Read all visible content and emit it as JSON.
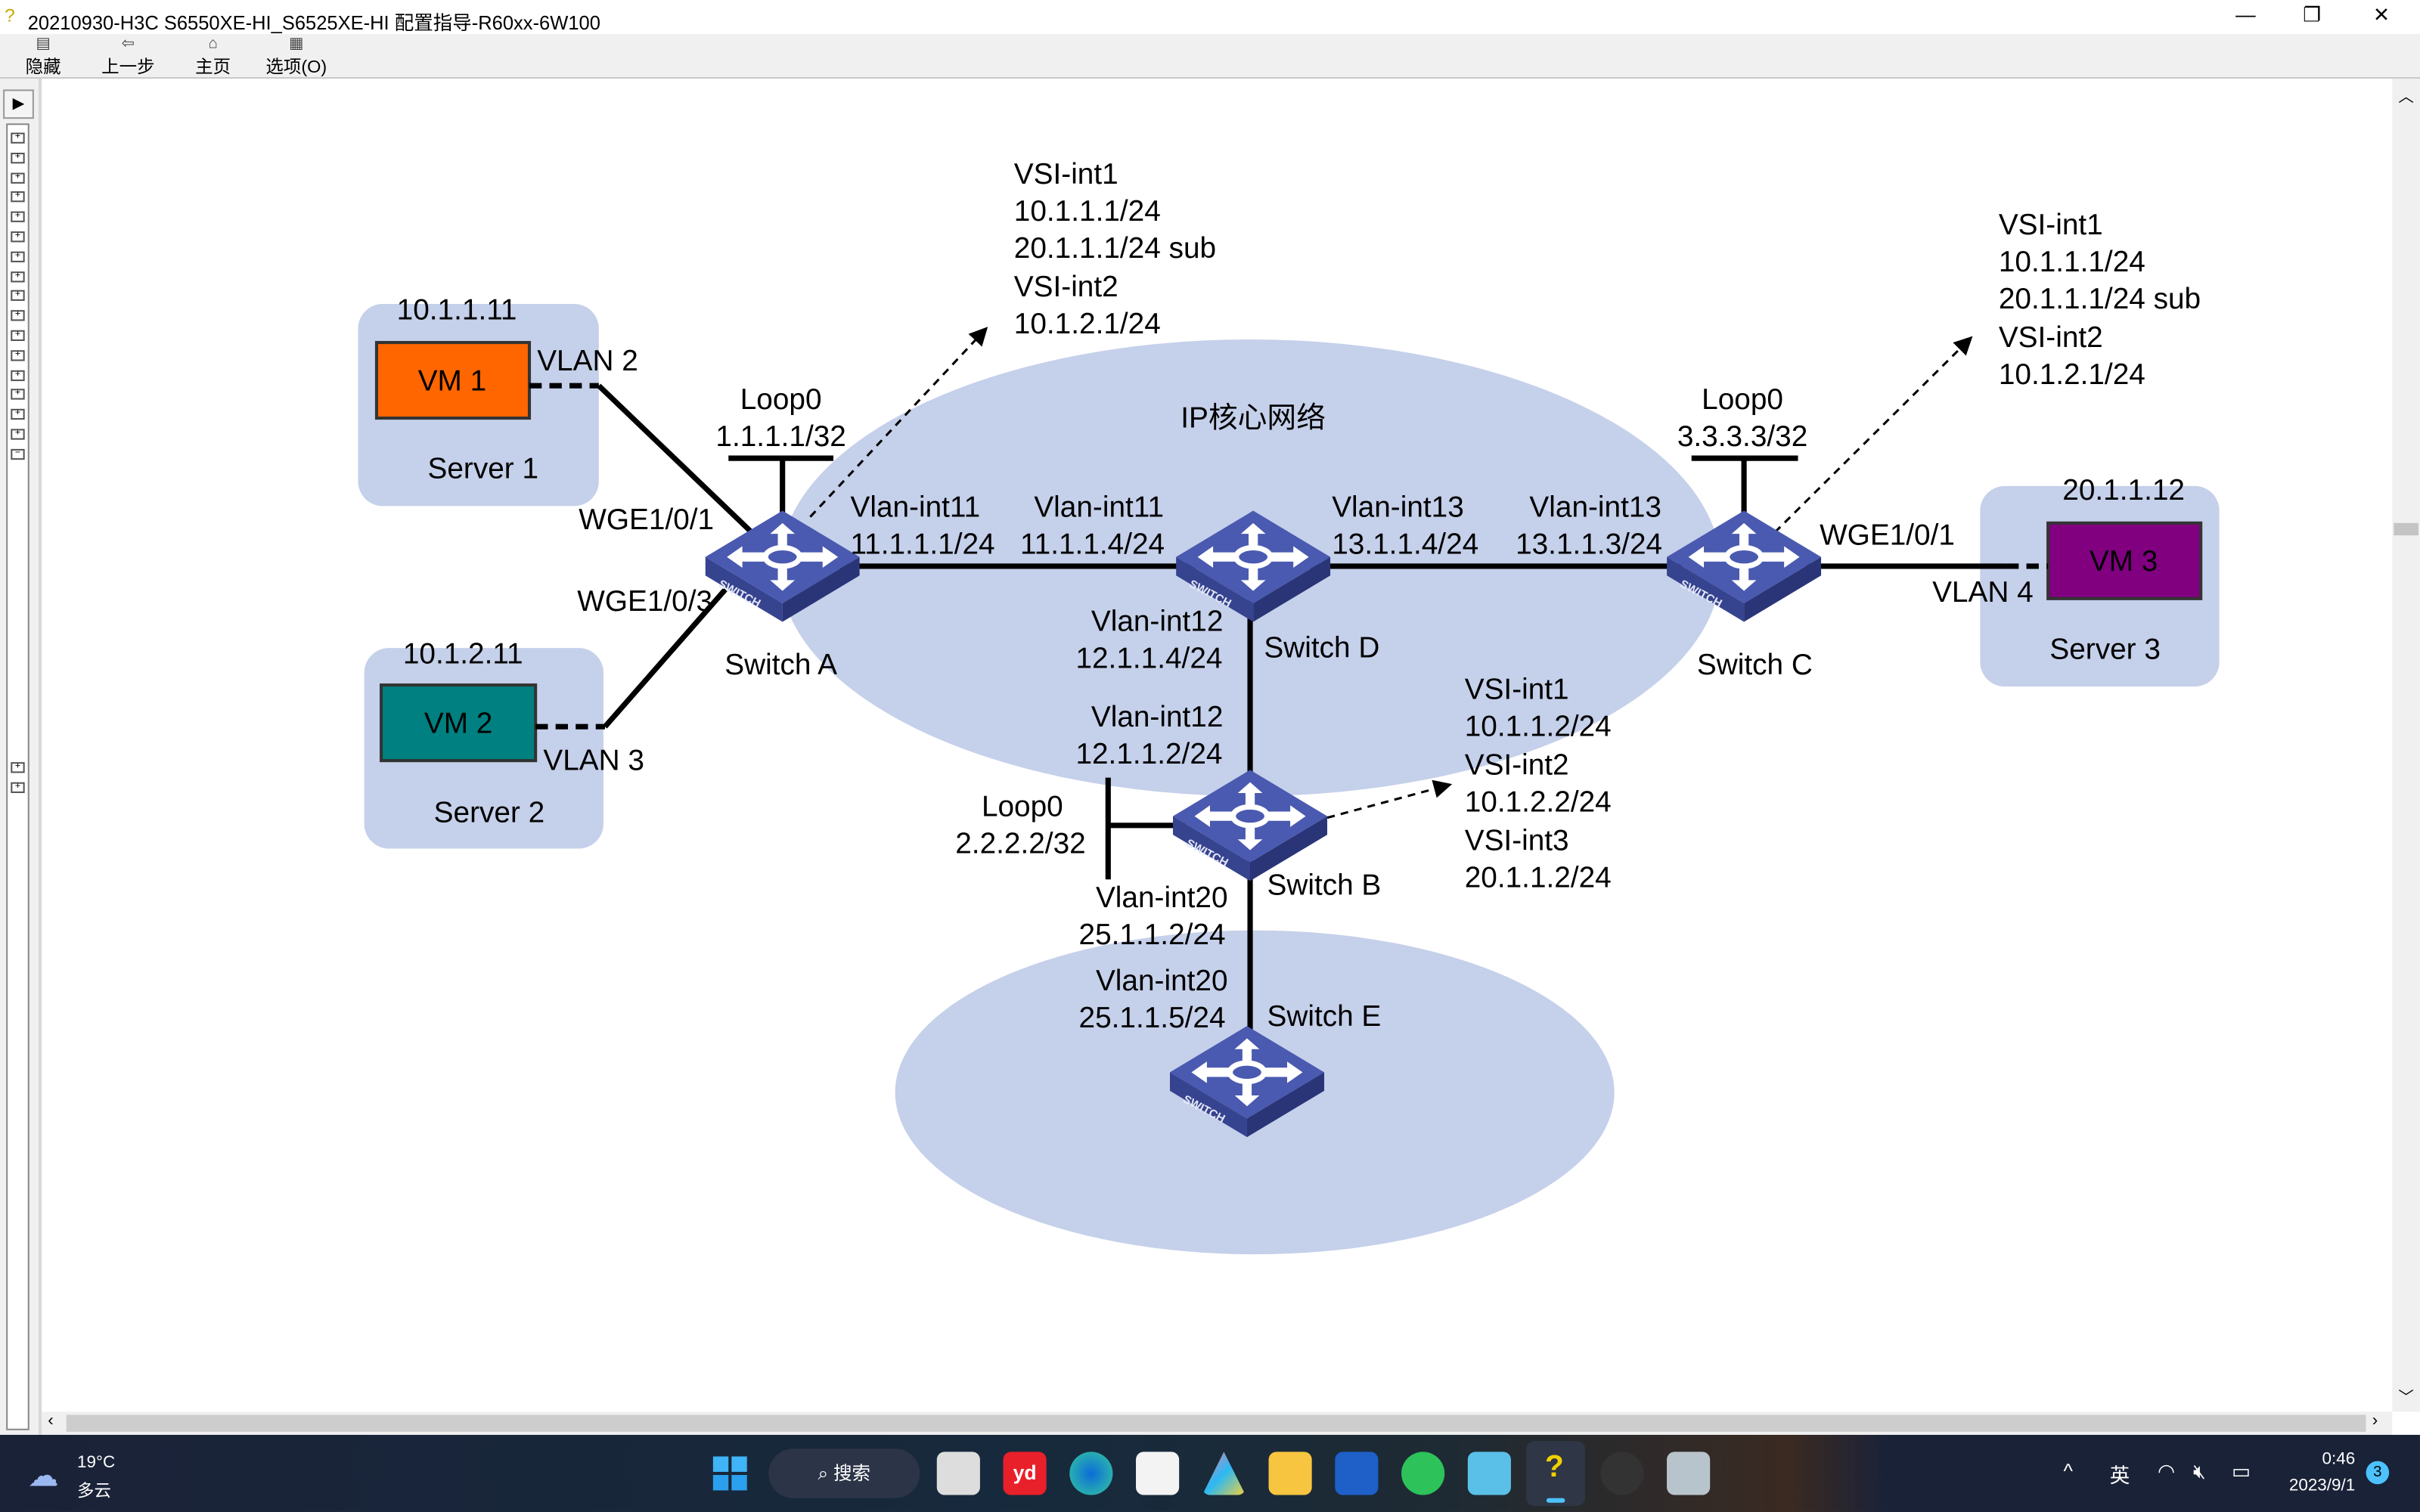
{
  "window": {
    "title": "20210930-H3C S6550XE-HI_S6525XE-HI 配置指导-R60xx-6W100",
    "controls": [
      "minimize",
      "restore",
      "close"
    ]
  },
  "toolbar": {
    "buttons": [
      {
        "label": "隐藏",
        "icon": "hide-pane-icon"
      },
      {
        "label": "上一步",
        "icon": "back-arrow-icon"
      },
      {
        "label": "主页",
        "icon": "home-icon"
      },
      {
        "label": "选项(O)",
        "icon": "options-icon"
      }
    ]
  },
  "colors": {
    "cloud": "#c5d0ea",
    "switch": "#3f4fa0",
    "vm1": "#ff6600",
    "vm2": "#008080",
    "vm3": "#800080",
    "taskbar": "#1a2238"
  },
  "diagram": {
    "core_label": "IP核心网络",
    "switch_a": {
      "name": "Switch A",
      "loop": "Loop0",
      "loop_ip": "1.1.1.1/32",
      "port1": "WGE1/0/1",
      "port3": "WGE1/0/3",
      "vlan_if": "Vlan-int11",
      "vlan_ip": "11.1.1.1/24",
      "vsi": [
        "VSI-int1",
        "10.1.1.1/24",
        "20.1.1.1/24 sub",
        "VSI-int2",
        "10.1.2.1/24"
      ]
    },
    "switch_d": {
      "name": "Switch D",
      "if11": "Vlan-int11",
      "ip11": "11.1.1.4/24",
      "if13": "Vlan-int13",
      "ip13": "13.1.1.4/24",
      "if12": "Vlan-int12",
      "ip12": "12.1.1.4/24"
    },
    "switch_c": {
      "name": "Switch C",
      "loop": "Loop0",
      "loop_ip": "3.3.3.3/32",
      "port1": "WGE1/0/1",
      "vlan_if": "Vlan-int13",
      "vlan_ip": "13.1.1.3/24",
      "vsi": [
        "VSI-int1",
        "10.1.1.1/24",
        "20.1.1.1/24 sub",
        "VSI-int2",
        "10.1.2.1/24"
      ]
    },
    "switch_b": {
      "name": "Switch B",
      "loop": "Loop0",
      "loop_ip": "2.2.2.2/32",
      "if12": "Vlan-int12",
      "ip12": "12.1.1.2/24",
      "if20": "Vlan-int20",
      "ip20": "25.1.1.2/24",
      "vsi": [
        "VSI-int1",
        "10.1.1.2/24",
        "VSI-int2",
        "10.1.2.2/24",
        "VSI-int3",
        "20.1.1.2/24"
      ]
    },
    "switch_e": {
      "name": "Switch E",
      "if20": "Vlan-int20",
      "ip20": "25.1.1.5/24"
    },
    "server1": {
      "name": "Server 1",
      "vm": "VM 1",
      "ip": "10.1.1.11",
      "vlan": "VLAN 2"
    },
    "server2": {
      "name": "Server 2",
      "vm": "VM 2",
      "ip": "10.1.2.11",
      "vlan": "VLAN 3"
    },
    "server3": {
      "name": "Server 3",
      "vm": "VM 3",
      "ip": "20.1.1.12",
      "vlan": "VLAN 4"
    },
    "switch_badge": "SWITCH"
  },
  "taskbar": {
    "weather": {
      "temp": "19°C",
      "desc": "多云"
    },
    "search_label": "搜索",
    "apps": [
      "task-view",
      "youdao",
      "edge",
      "store",
      "copilot",
      "file-explorer",
      "vpn",
      "wechat",
      "notepad",
      "help-viewer",
      "h3c",
      "app-installer"
    ],
    "tray": {
      "chevron": "^",
      "ime": "英",
      "time": "0:46",
      "date": "2023/9/1",
      "notifications": "3"
    }
  }
}
